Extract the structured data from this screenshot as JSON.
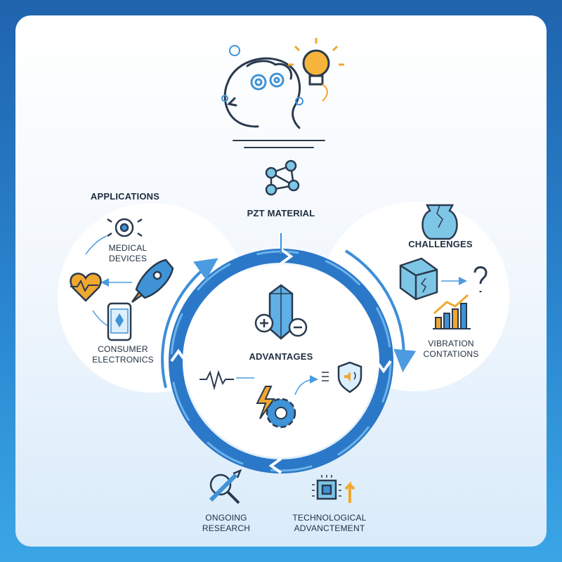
{
  "diagram": {
    "center": {
      "label": "ADVANTAGES"
    },
    "top": {
      "label": "PZT MATERIAL"
    },
    "left": {
      "title": "APPLICATIONS",
      "items": [
        "MEDICAL DEVICES",
        "CONSUMER ELECTRONICS"
      ]
    },
    "right": {
      "title": "CHALLENGES",
      "items": [
        "VIBRATION CONTATIONS"
      ]
    },
    "bottom": [
      "ONGOING RESEARCH",
      "TECHNOLOGICAL ADVANCTEMENT"
    ]
  },
  "colors": {
    "ring": "#2b78c8",
    "ring_light": "#59a9e8",
    "accent_orange": "#f0a830",
    "icon_line": "#2a3a4e",
    "icon_blue": "#3f93d6",
    "icon_teal": "#7ec6e6"
  },
  "icons": [
    "head-gears-icon",
    "lightbulb-icon",
    "molecule-icon",
    "target-icon",
    "rocket-icon",
    "heart-pulse-icon",
    "smartphone-icon",
    "crystal-icon",
    "plus-icon",
    "minus-icon",
    "waveform-icon",
    "lightning-gear-icon",
    "shield-sound-icon",
    "vase-icon",
    "cracked-box-icon",
    "question-icon",
    "bar-chart-icon",
    "wrench-search-icon",
    "chip-arrow-icon"
  ]
}
